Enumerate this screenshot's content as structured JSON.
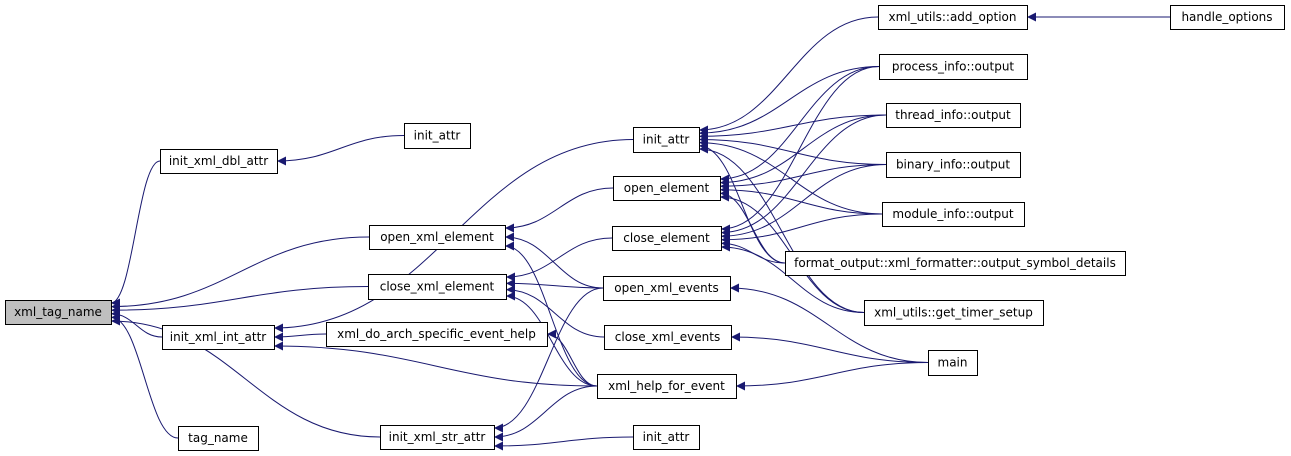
{
  "edge_color": "#191970",
  "root_fill": "#bfbfbf",
  "nodes": {
    "xml_tag_name": {
      "label": "xml_tag_name",
      "root": true
    },
    "init_xml_dbl_attr": {
      "label": "init_xml_dbl_attr"
    },
    "init_attr_top": {
      "label": "init_attr"
    },
    "open_xml_element": {
      "label": "open_xml_element"
    },
    "close_xml_element": {
      "label": "close_xml_element"
    },
    "init_xml_int_attr": {
      "label": "init_xml_int_attr"
    },
    "xml_do_arch": {
      "label": "xml_do_arch_specific_event_help"
    },
    "tag_name": {
      "label": "tag_name"
    },
    "init_xml_str_attr": {
      "label": "init_xml_str_attr"
    },
    "init_attr_mid": {
      "label": "init_attr"
    },
    "open_element": {
      "label": "open_element"
    },
    "close_element": {
      "label": "close_element"
    },
    "open_xml_events": {
      "label": "open_xml_events"
    },
    "close_xml_events": {
      "label": "close_xml_events"
    },
    "xml_help_for_event": {
      "label": "xml_help_for_event"
    },
    "init_attr_bot": {
      "label": "init_attr"
    },
    "add_option": {
      "label": "xml_utils::add_option"
    },
    "handle_options": {
      "label": "handle_options"
    },
    "process_info": {
      "label": "process_info::output"
    },
    "thread_info": {
      "label": "thread_info::output"
    },
    "binary_info": {
      "label": "binary_info::output"
    },
    "module_info": {
      "label": "module_info::output"
    },
    "format_output": {
      "label": "format_output::xml_formatter::output_symbol_details"
    },
    "get_timer_setup": {
      "label": "xml_utils::get_timer_setup"
    },
    "main": {
      "label": "main"
    }
  },
  "edges": [
    [
      "init_xml_dbl_attr",
      "xml_tag_name"
    ],
    [
      "init_attr_top",
      "init_xml_dbl_attr"
    ],
    [
      "open_xml_element",
      "xml_tag_name"
    ],
    [
      "close_xml_element",
      "xml_tag_name"
    ],
    [
      "init_xml_int_attr",
      "xml_tag_name"
    ],
    [
      "tag_name",
      "xml_tag_name"
    ],
    [
      "init_xml_str_attr",
      "xml_tag_name"
    ],
    [
      "init_attr_mid",
      "init_xml_int_attr"
    ],
    [
      "xml_do_arch",
      "init_xml_int_attr"
    ],
    [
      "xml_help_for_event",
      "init_xml_int_attr"
    ],
    [
      "open_element",
      "open_xml_element"
    ],
    [
      "open_xml_events",
      "open_xml_element"
    ],
    [
      "xml_help_for_event",
      "open_xml_element"
    ],
    [
      "close_element",
      "close_xml_element"
    ],
    [
      "open_xml_events",
      "close_xml_element"
    ],
    [
      "close_xml_events",
      "close_xml_element"
    ],
    [
      "xml_help_for_event",
      "close_xml_element"
    ],
    [
      "xml_help_for_event",
      "xml_do_arch"
    ],
    [
      "open_xml_events",
      "init_xml_str_attr"
    ],
    [
      "xml_help_for_event",
      "init_xml_str_attr"
    ],
    [
      "init_attr_bot",
      "init_xml_str_attr"
    ],
    [
      "add_option",
      "init_attr_mid"
    ],
    [
      "process_info",
      "init_attr_mid"
    ],
    [
      "process_info",
      "open_element"
    ],
    [
      "process_info",
      "close_element"
    ],
    [
      "thread_info",
      "init_attr_mid"
    ],
    [
      "thread_info",
      "open_element"
    ],
    [
      "thread_info",
      "close_element"
    ],
    [
      "binary_info",
      "init_attr_mid"
    ],
    [
      "binary_info",
      "open_element"
    ],
    [
      "binary_info",
      "close_element"
    ],
    [
      "module_info",
      "init_attr_mid"
    ],
    [
      "module_info",
      "open_element"
    ],
    [
      "module_info",
      "close_element"
    ],
    [
      "format_output",
      "init_attr_mid"
    ],
    [
      "format_output",
      "open_element"
    ],
    [
      "format_output",
      "close_element"
    ],
    [
      "get_timer_setup",
      "init_attr_mid"
    ],
    [
      "get_timer_setup",
      "open_element"
    ],
    [
      "get_timer_setup",
      "close_element"
    ],
    [
      "main",
      "open_xml_events"
    ],
    [
      "main",
      "close_xml_events"
    ],
    [
      "main",
      "xml_help_for_event"
    ],
    [
      "handle_options",
      "add_option"
    ]
  ]
}
